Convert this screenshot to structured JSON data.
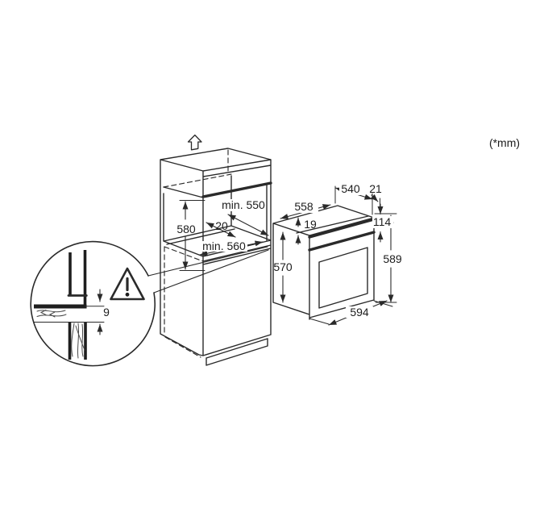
{
  "units_note": "(*mm)",
  "colors": {
    "line": "#2a2a2a",
    "background": "#ffffff"
  },
  "cabinet": {
    "dims": {
      "niche_height": "580",
      "niche_depth": "min. 550",
      "rear_gap": "20",
      "niche_width": "min. 560"
    }
  },
  "oven": {
    "dims": {
      "body_width": "558",
      "frame_top_gap": "19",
      "body_height": "570",
      "top_depth": "540",
      "door_protrusion": "21",
      "control_panel_height": "114",
      "front_height": "589",
      "front_width": "594"
    }
  },
  "detail": {
    "dims": {
      "mounting_gap": "9"
    }
  }
}
